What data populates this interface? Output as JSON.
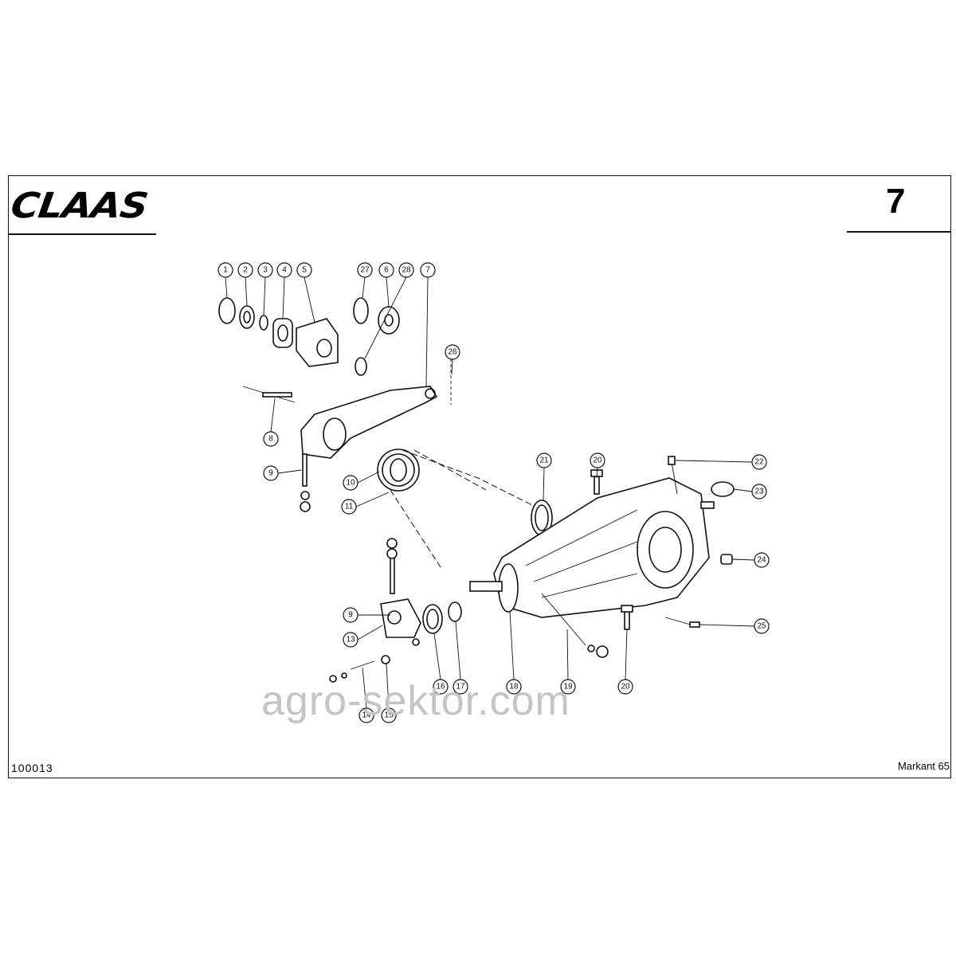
{
  "header": {
    "brand": "CLAAS",
    "page_number": "7"
  },
  "footer": {
    "document_number": "100013",
    "model": "Markant 65"
  },
  "watermark": "agro-sektor.com",
  "callouts": [
    "1",
    "2",
    "3",
    "4",
    "5",
    "27",
    "6",
    "28",
    "7",
    "26",
    "8",
    "9",
    "10",
    "11",
    "21",
    "20",
    "22",
    "23",
    "24",
    "25",
    "9",
    "13",
    "16",
    "17",
    "18",
    "19",
    "20",
    "14",
    "15"
  ]
}
